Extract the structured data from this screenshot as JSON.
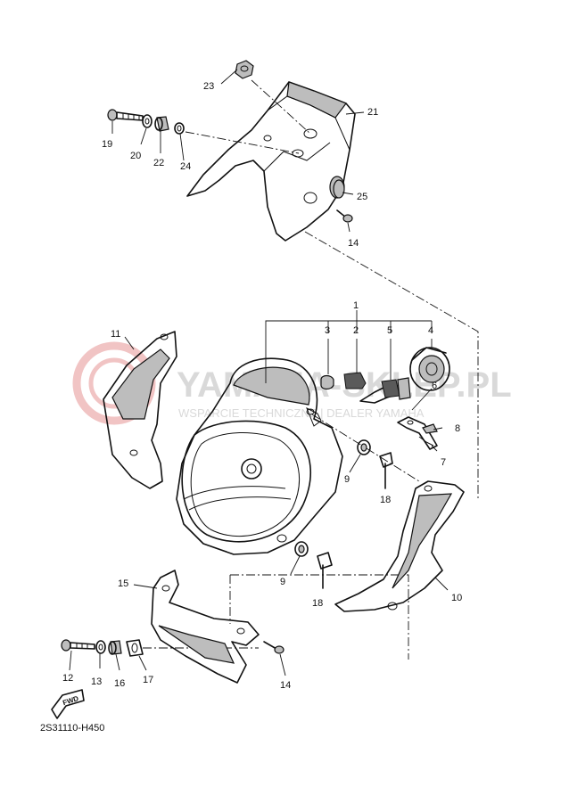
{
  "diagram_code": "2S31110-H450",
  "watermark": {
    "line1": "YAMAHA-SKLEP.PL",
    "line2": "WSPARCIE TECHNICZNE | DEALER YAMAHA"
  },
  "fwd_label": "FWD",
  "callouts": {
    "c1": "1",
    "c2": "2",
    "c3": "3",
    "c4": "4",
    "c5": "5",
    "c6": "6",
    "c7": "7",
    "c8": "8",
    "c9a": "9",
    "c9b": "9",
    "c10": "10",
    "c11": "11",
    "c12": "12",
    "c13": "13",
    "c14a": "14",
    "c14b": "14",
    "c15": "15",
    "c16": "16",
    "c17": "17",
    "c18a": "18",
    "c18b": "18",
    "c19": "19",
    "c20": "20",
    "c21": "21",
    "c22": "22",
    "c23": "23",
    "c24": "24",
    "c25": "25"
  }
}
